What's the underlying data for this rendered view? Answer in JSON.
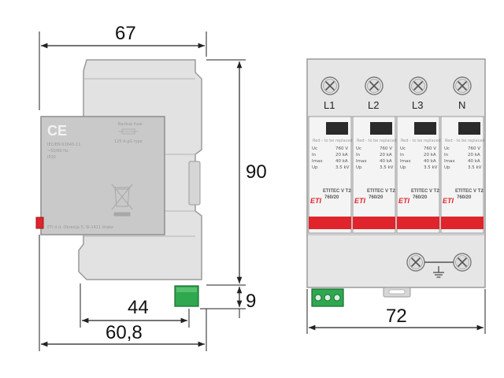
{
  "dimensions": {
    "width_top": "67",
    "height": "90",
    "terminal_height": "9",
    "depth_inner": "44",
    "depth_total": "60,8",
    "width_front": "72"
  },
  "side_label": {
    "backup_fuse": "Backup fuse",
    "fuse_rating": "125 A gG type",
    "standard": "IEC/EN 61643-11",
    "frequency": "~50/60 Hz",
    "ip_rating": "IP20",
    "address": "ETI d.d. Obrezija 5, SI-1411 Izlake"
  },
  "terminals_top": [
    "L1",
    "L2",
    "L3",
    "N"
  ],
  "module": {
    "status": "Red - to be replaced",
    "rows": [
      {
        "key": "Uc",
        "value": "760 V"
      },
      {
        "key": "In",
        "value": "20 kA"
      },
      {
        "key": "Imax",
        "value": "40 kA"
      },
      {
        "key": "Up",
        "value": "3.5 kV"
      }
    ],
    "brand": "ETI",
    "series": "ETITEC V T2",
    "model": "760/20"
  },
  "colors": {
    "body": "#e4e4e4",
    "outline": "#9a9a9a",
    "indicator_red": "#e0242b",
    "terminal_green": "#2fa84f",
    "dimension_line": "#222222"
  }
}
